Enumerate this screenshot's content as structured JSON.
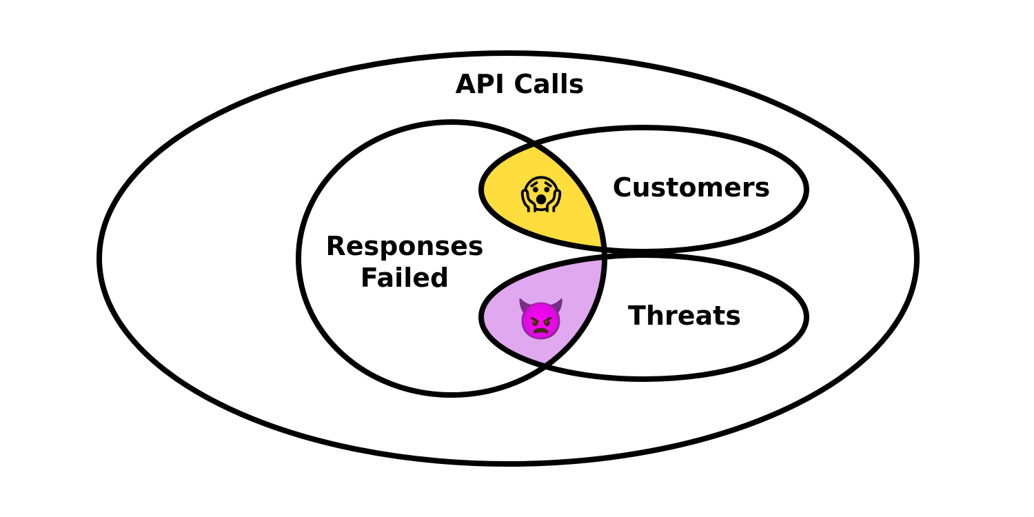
{
  "diagram": {
    "type": "venn",
    "sets": [
      {
        "id": "api-calls",
        "label": "API Calls"
      },
      {
        "id": "responses-failed",
        "label_lines": [
          "Responses",
          "Failed"
        ]
      },
      {
        "id": "customers",
        "label": "Customers"
      },
      {
        "id": "threats",
        "label": "Threats"
      }
    ],
    "intersections": [
      {
        "sets": [
          "responses-failed",
          "customers"
        ],
        "icon": "face-screaming-in-fear-emoji",
        "glyph": "😱",
        "fill": "#FFDD3C"
      },
      {
        "sets": [
          "responses-failed",
          "threats"
        ],
        "icon": "angry-devil-emoji",
        "glyph": "👿",
        "fill": "#E0A8EE"
      }
    ],
    "colors": {
      "stroke": "#000000",
      "background": "#FFFFFF"
    }
  }
}
